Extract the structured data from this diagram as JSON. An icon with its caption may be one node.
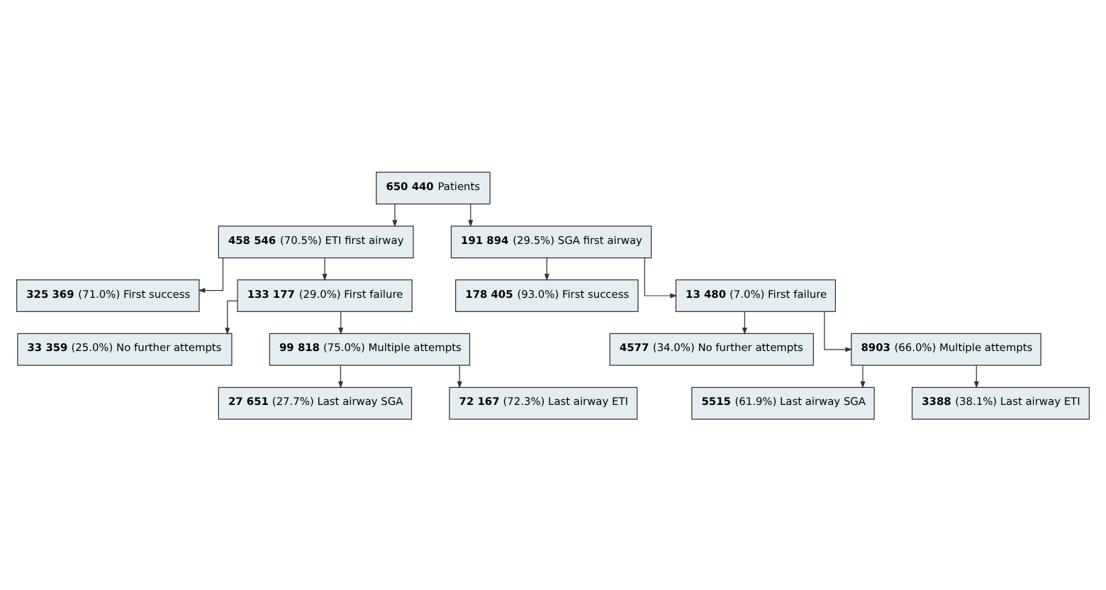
{
  "diagram": {
    "nodes": [
      {
        "text": [
          "**650 440** Patients"
        ]
      },
      {
        "text": [
          "**458 546** (70.5%) ETI first airway"
        ]
      },
      {
        "text": [
          "**191 894** (29.5%) SGA first airway"
        ]
      },
      {
        "text": [
          "**325 369** (71.0%) First success"
        ]
      },
      {
        "text": [
          "**133 177** (29.0%) First failure"
        ]
      },
      {
        "text": [
          "**178 405** (93.0%) First success"
        ]
      },
      {
        "text": [
          "**13 480** (7.0%) First failure"
        ]
      },
      {
        "text": [
          "**33 359** (25.0%) No further attempts"
        ]
      },
      {
        "text": [
          "**99 818** (75.0%) Multiple attempts"
        ]
      },
      {
        "text": [
          "**4577** (34.0%) No further attempts"
        ]
      },
      {
        "text": [
          "**8903** (66.0%) Multiple attempts"
        ]
      },
      {
        "text": [
          "**27 651** (27.7%) Last airway SGA"
        ]
      },
      {
        "text": [
          "**72 167** (72.3%) Last airway ETI"
        ]
      },
      {
        "text": [
          "**5515** (61.9%) Last airway SGA"
        ]
      },
      {
        "text": [
          "**3388** (38.1%) Last airway ETI"
        ]
      }
    ],
    "edges": [
      {
        "from": 0,
        "to": 1,
        "arrow": "to"
      },
      {
        "from": 0,
        "to": 2,
        "arrow": "to"
      },
      {
        "from": 1,
        "to": 3,
        "arrow": "to"
      },
      {
        "from": 1,
        "to": 4,
        "arrow": "to"
      },
      {
        "from": 2,
        "to": 5,
        "arrow": "to"
      },
      {
        "from": 2,
        "to": 6,
        "arrow": "to"
      },
      {
        "from": 4,
        "to": 7,
        "arrow": "to"
      },
      {
        "from": 4,
        "to": 8,
        "arrow": "to"
      },
      {
        "from": 6,
        "to": 9,
        "arrow": "to"
      },
      {
        "from": 6,
        "to": 10,
        "arrow": "to"
      },
      {
        "from": 8,
        "to": 11,
        "arrow": "to"
      },
      {
        "from": 8,
        "to": 12,
        "arrow": "to"
      },
      {
        "from": 10,
        "to": 13,
        "arrow": "to"
      },
      {
        "from": 10,
        "to": 14,
        "arrow": "to"
      }
    ]
  }
}
